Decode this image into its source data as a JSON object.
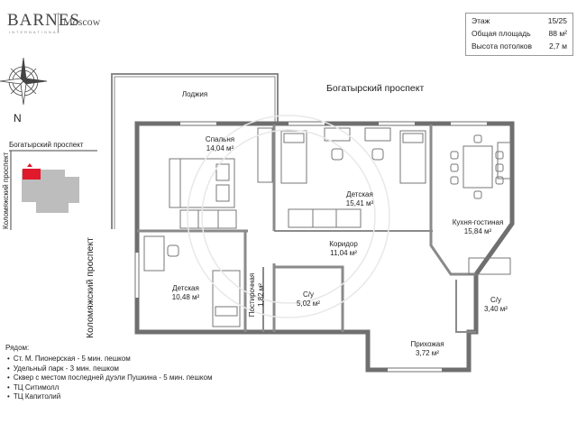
{
  "header": {
    "brand": "BARNES",
    "brand_sub": "INTERNATIONAL",
    "city": "Moscow"
  },
  "info_box": [
    {
      "label": "Этаж",
      "value": "15/25"
    },
    {
      "label": "Общая площадь",
      "value": "88 м²"
    },
    {
      "label": "Высота потолков",
      "value": "2,7 м"
    }
  ],
  "compass": {
    "north": "N"
  },
  "location_map": {
    "street_top": "Богатырский проспект",
    "street_side": "Коломяжский проспект",
    "marker_color": "#e0192b"
  },
  "streets": {
    "top": "Богатырский проспект",
    "left": "Коломяжский проспект"
  },
  "rooms": [
    {
      "id": "loggia",
      "name": "Лоджия",
      "area": ""
    },
    {
      "id": "bedroom",
      "name": "Спальня",
      "area": "14,04 м²"
    },
    {
      "id": "kids1",
      "name": "Детская",
      "area": "15,41 м²"
    },
    {
      "id": "kitchen",
      "name": "Кухня-гостиная",
      "area": "15,84 м²"
    },
    {
      "id": "corridor",
      "name": "Коридор",
      "area": "11,04 м²"
    },
    {
      "id": "kids2",
      "name": "Детская",
      "area": "10,48 м²"
    },
    {
      "id": "laundry",
      "name": "Постирочная",
      "area": "1,82 м²"
    },
    {
      "id": "bath1",
      "name": "С/у",
      "area": "5,02 м²"
    },
    {
      "id": "bath2",
      "name": "С/у",
      "area": "3,40 м²"
    },
    {
      "id": "hall",
      "name": "Прихожая",
      "area": "3,72 м²"
    }
  ],
  "nearby": {
    "title": "Рядом:",
    "items": [
      "Ст. М. Пионерская - 5 мин. пешком",
      "Удельный парк - 3 мин. пешком",
      "Сквер с местом последней дуэли Пушкина - 5 мин. пешком",
      "ТЦ Ситимолл",
      "ТЦ Капитолий"
    ]
  }
}
